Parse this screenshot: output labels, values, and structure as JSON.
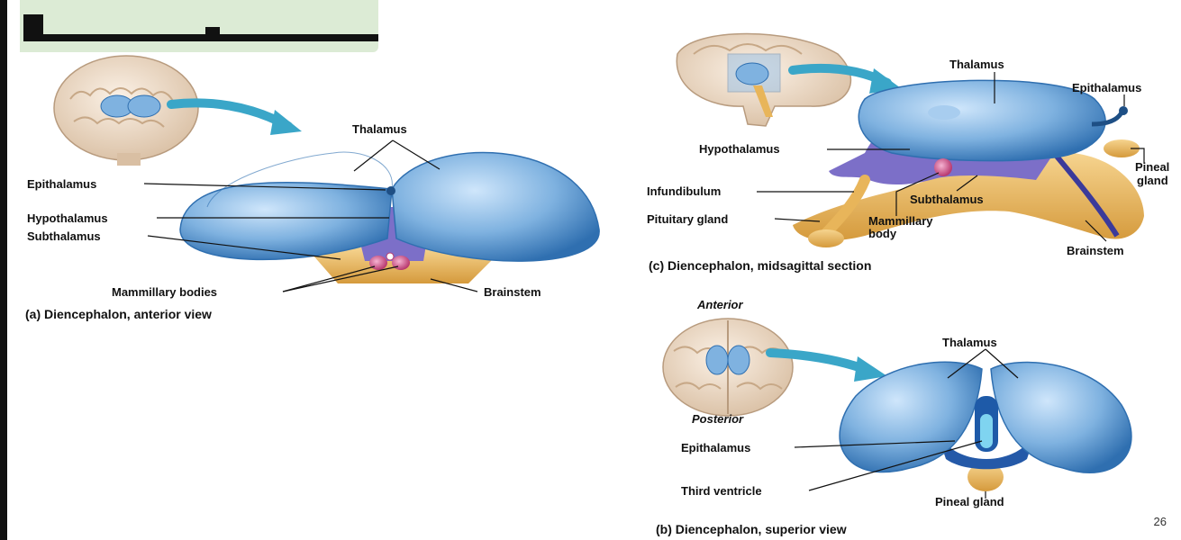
{
  "panel_a": {
    "labels": {
      "thalamus": "Thalamus",
      "epithalamus": "Epithalamus",
      "hypothalamus": "Hypothalamus",
      "subthalamus": "Subthalamus",
      "mammillary_bodies": "Mammillary bodies",
      "brainstem": "Brainstem"
    },
    "caption": "(a) Diencephalon, anterior view"
  },
  "panel_c": {
    "labels": {
      "thalamus": "Thalamus",
      "epithalamus": "Epithalamus",
      "hypothalamus": "Hypothalamus",
      "pineal": "Pineal",
      "gland": "gland",
      "infundibulum": "Infundibulum",
      "subthalamus": "Subthalamus",
      "pituitary_gland": "Pituitary gland",
      "mammillary": "Mammillary",
      "body": "body",
      "brainstem": "Brainstem"
    },
    "caption": "(c) Diencephalon, midsagittal section"
  },
  "panel_b": {
    "labels": {
      "anterior": "Anterior",
      "posterior": "Posterior",
      "thalamus": "Thalamus",
      "epithalamus": "Epithalamus",
      "third_ventricle": "Third ventricle",
      "pineal_gland": "Pineal gland"
    },
    "caption": "(b) Diencephalon, superior view"
  },
  "page_number": "26",
  "colors": {
    "thalamus_blue": "#7fb2e0",
    "hypothalamus_purple": "#7c6fc8",
    "brainstem_orange": "#e8b55a",
    "mammillary_pink": "#d8669a",
    "arrow_teal": "#3aa6c8",
    "banner_green": "#dcebd5"
  }
}
